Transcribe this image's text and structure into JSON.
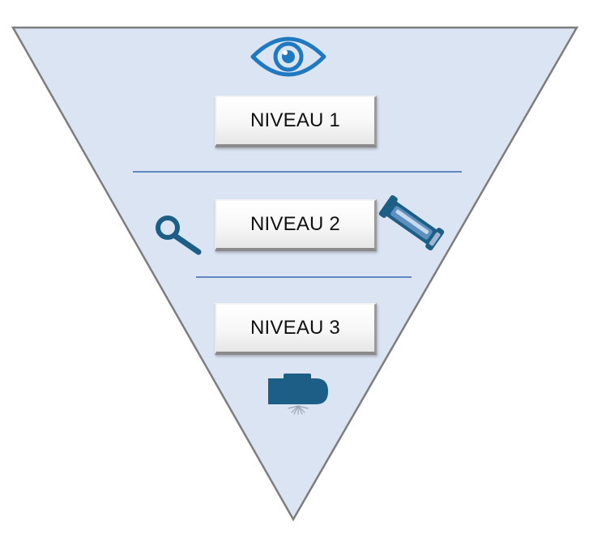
{
  "colors": {
    "triangle_fill": "#dbe4f3",
    "triangle_stroke": "#7d7d7d",
    "divider": "#3a68b0",
    "eye_icon": "#1f79c0",
    "tool_icon": "#1c5e86"
  },
  "levels": [
    {
      "label": "NIVEAU 1",
      "icon": "eye-icon"
    },
    {
      "label": "NIVEAU 2",
      "icons": [
        "magnifier-icon",
        "borescope-icon"
      ]
    },
    {
      "label": "NIVEAU 3",
      "icon": "ultrasonic-probe-icon"
    }
  ]
}
